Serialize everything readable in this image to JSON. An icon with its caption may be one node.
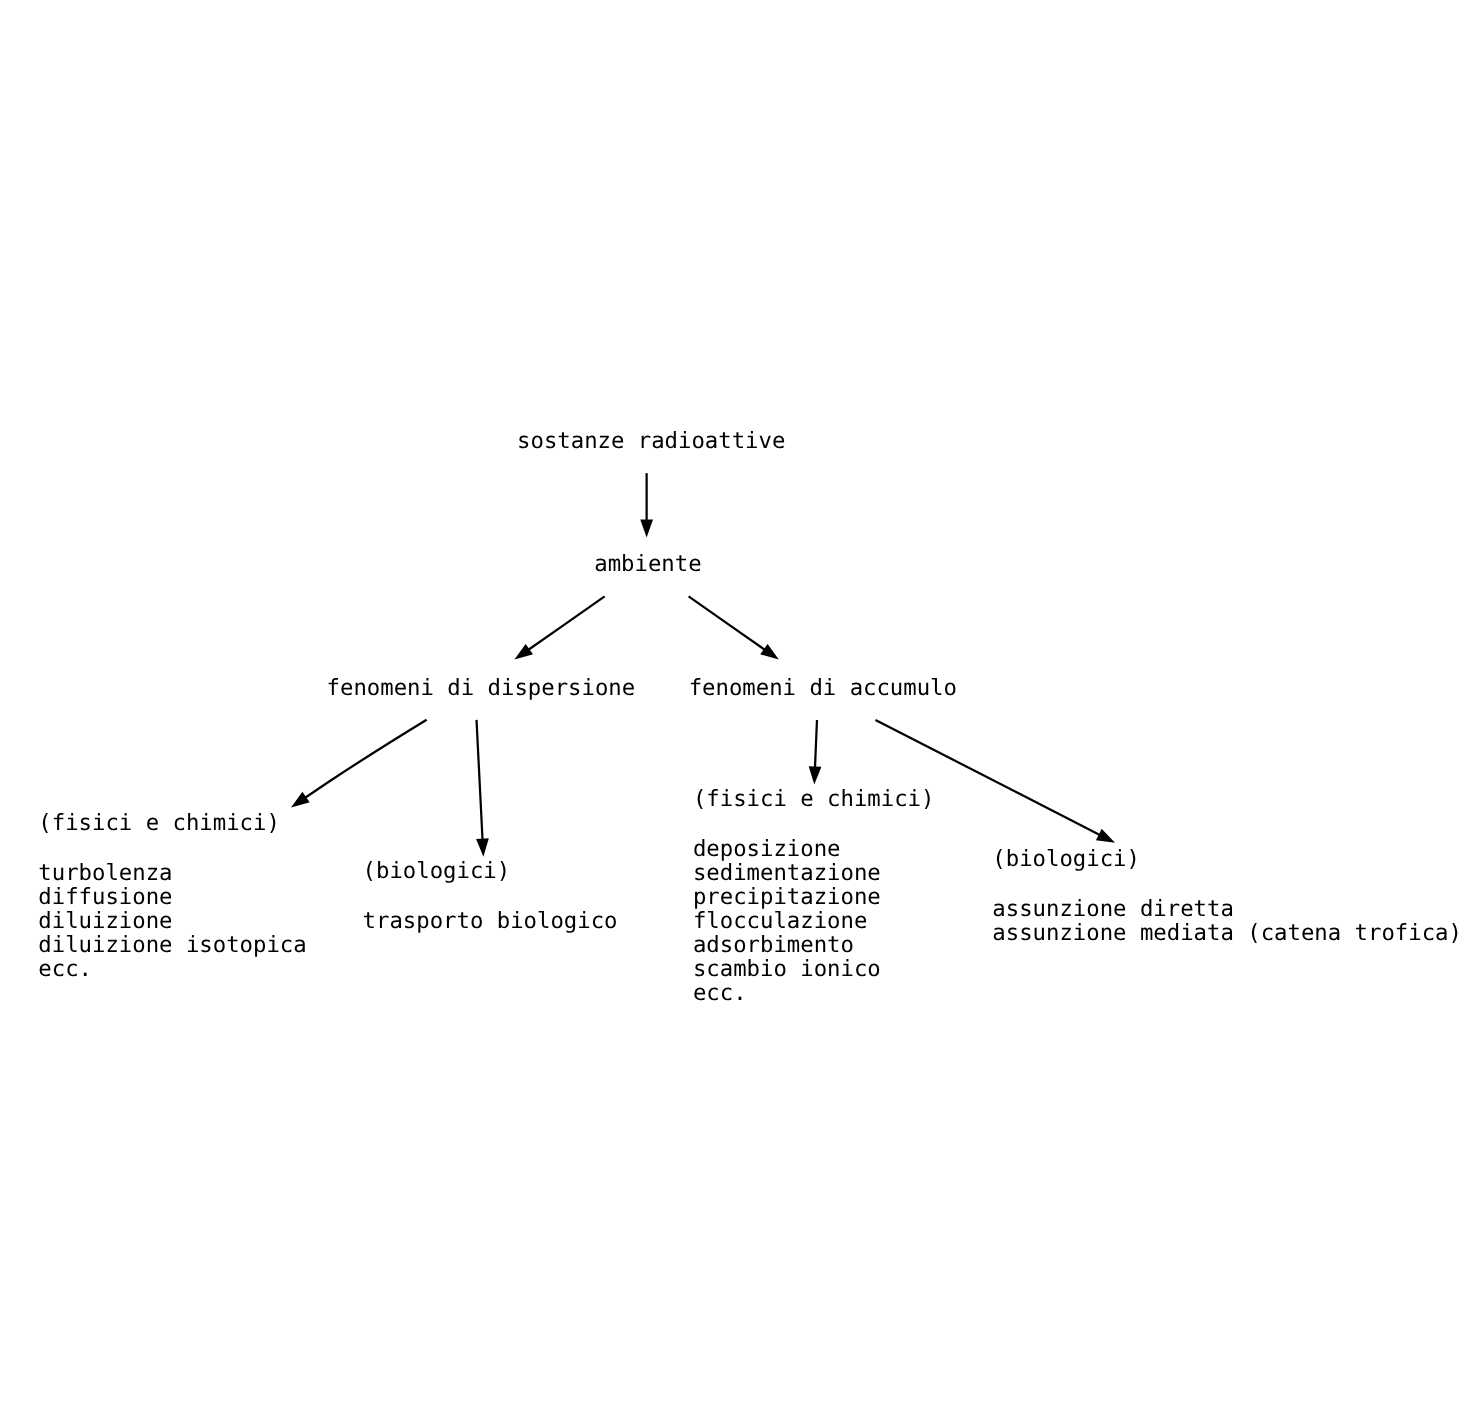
{
  "diagram": {
    "nodes": [
      {
        "text": [
          "sostanze radioattive"
        ]
      },
      {
        "text": [
          "ambiente"
        ]
      },
      {
        "text": [
          "fenomeni di dispersione"
        ]
      },
      {
        "text": [
          "fenomeni di accumulo"
        ]
      },
      {
        "text": [
          "(fisici e chimici)"
        ],
        "beside": [
          "turbolenza",
          "diffusione",
          "diluizione",
          "diluizione isotopica",
          "ecc."
        ]
      },
      {
        "text": [
          "(biologici)"
        ],
        "beside": [
          "trasporto biologico"
        ]
      },
      {
        "text": [
          "(fisici e chimici)"
        ],
        "beside": [
          "deposizione",
          "sedimentazione",
          "precipitazione",
          "flocculazione",
          "adsorbimento",
          "scambio ionico",
          "ecc."
        ]
      },
      {
        "text": [
          "(biologici)"
        ],
        "beside": [
          "assunzione diretta",
          "assunzione mediata (catena trofica)"
        ]
      }
    ],
    "edges": [
      {
        "from": 0,
        "to": 1,
        "arrow": "to"
      },
      {
        "from": 1,
        "to": 2,
        "arrow": "to"
      },
      {
        "from": 1,
        "to": 3,
        "arrow": "to"
      },
      {
        "from": 2,
        "to": 4,
        "arrow": "to"
      },
      {
        "from": 2,
        "to": 5,
        "arrow": "to"
      },
      {
        "from": 3,
        "to": 6,
        "arrow": "to"
      },
      {
        "from": 3,
        "to": 7,
        "arrow": "to"
      }
    ]
  }
}
